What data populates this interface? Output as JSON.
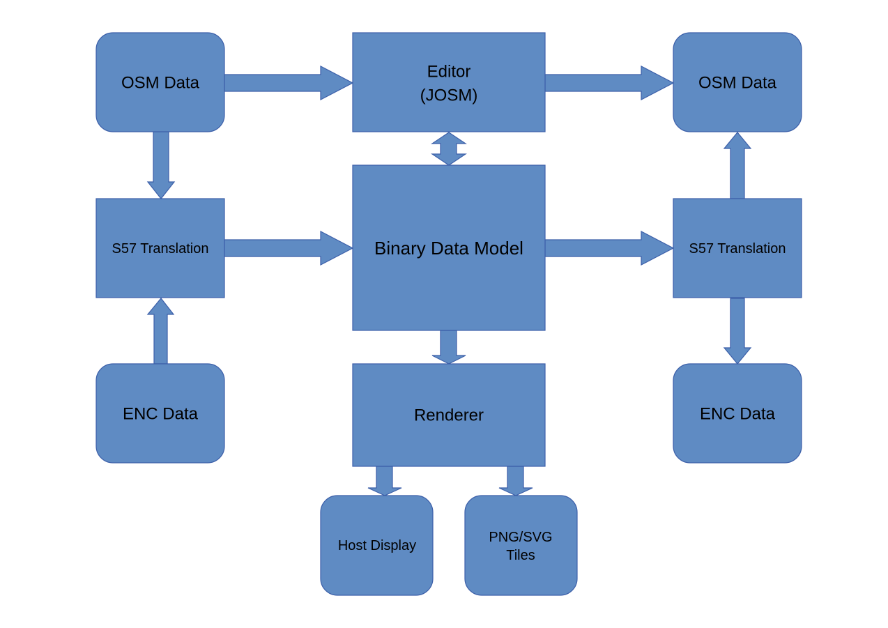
{
  "diagram": {
    "colors": {
      "fill": "#5f8bc3",
      "stroke": "#3c5fa9",
      "text": "#000000"
    },
    "nodes": {
      "osm_in": {
        "lines": [
          "OSM Data"
        ],
        "shape": "rounded"
      },
      "editor": {
        "lines": [
          "Editor",
          "(JOSM)"
        ],
        "shape": "rect"
      },
      "osm_out": {
        "lines": [
          "OSM Data"
        ],
        "shape": "rounded"
      },
      "s57_in": {
        "lines": [
          "S57 Translation"
        ],
        "shape": "rect"
      },
      "bdm": {
        "lines": [
          "Binary Data Model"
        ],
        "shape": "rect"
      },
      "s57_out": {
        "lines": [
          "S57 Translation"
        ],
        "shape": "rect"
      },
      "enc_in": {
        "lines": [
          "ENC Data"
        ],
        "shape": "rounded"
      },
      "renderer": {
        "lines": [
          "Renderer"
        ],
        "shape": "rect"
      },
      "enc_out": {
        "lines": [
          "ENC Data"
        ],
        "shape": "rounded"
      },
      "host": {
        "lines": [
          "Host Display"
        ],
        "shape": "rounded"
      },
      "tiles": {
        "lines": [
          "PNG/SVG",
          "Tiles"
        ],
        "shape": "rounded"
      }
    },
    "edges": [
      {
        "from": "osm_in",
        "to": "editor"
      },
      {
        "from": "editor",
        "to": "osm_out"
      },
      {
        "from": "osm_in",
        "to": "s57_in"
      },
      {
        "from": "editor",
        "to": "bdm",
        "bidirectional": true
      },
      {
        "from": "s57_in",
        "to": "bdm"
      },
      {
        "from": "bdm",
        "to": "s57_out"
      },
      {
        "from": "s57_out",
        "to": "osm_out"
      },
      {
        "from": "enc_in",
        "to": "s57_in"
      },
      {
        "from": "s57_out",
        "to": "enc_out"
      },
      {
        "from": "bdm",
        "to": "renderer"
      },
      {
        "from": "renderer",
        "to": "host"
      },
      {
        "from": "renderer",
        "to": "tiles"
      }
    ]
  }
}
